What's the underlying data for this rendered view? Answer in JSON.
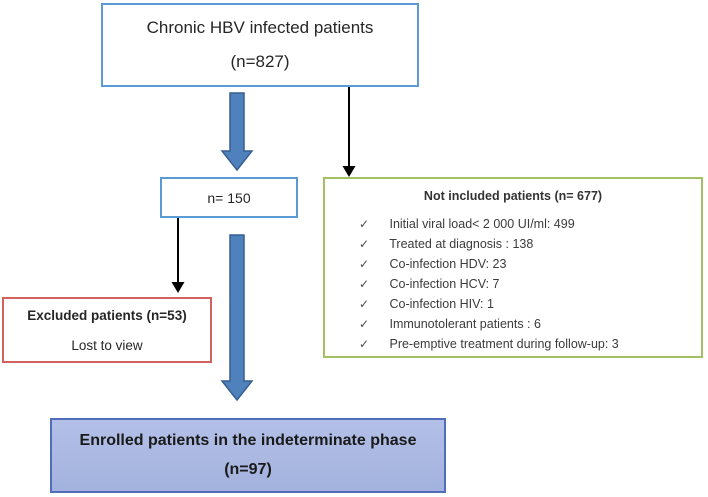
{
  "flowchart": {
    "title_semantic": "Patient enrollment flow diagram (chronic HBV study)",
    "top_box": {
      "line1": "Chronic HBV infected patients",
      "line2": "(n=827)"
    },
    "n150_box": {
      "label": "n= 150"
    },
    "not_included_box": {
      "title": "Not included patients (n= 677)",
      "bullet": "✓",
      "items": [
        "Initial viral load< 2 000 UI/ml: 499",
        "Treated at diagnosis : 138",
        "Co-infection HDV: 23",
        "Co-infection HCV: 7",
        "Co-infection HIV: 1",
        "Immunotolerant patients : 6",
        "Pre-emptive treatment during follow-up: 3"
      ]
    },
    "excluded_box": {
      "title": "Excluded patients (n=53)",
      "subtitle": "Lost to view"
    },
    "enrolled_box": {
      "line1": "Enrolled patients in the indeterminate phase",
      "line2": "(n=97)"
    },
    "colors": {
      "box_border_blue": "#5b9bd5",
      "block_arrow_fill": "#4f81bd",
      "block_arrow_stroke": "#365f91",
      "green_border": "#a3c163",
      "red_border": "#d2625d",
      "enrolled_fill": "#aab8e1",
      "enrolled_border": "#4f6db8",
      "thin_arrow": "#000000",
      "text": "#303030"
    }
  }
}
